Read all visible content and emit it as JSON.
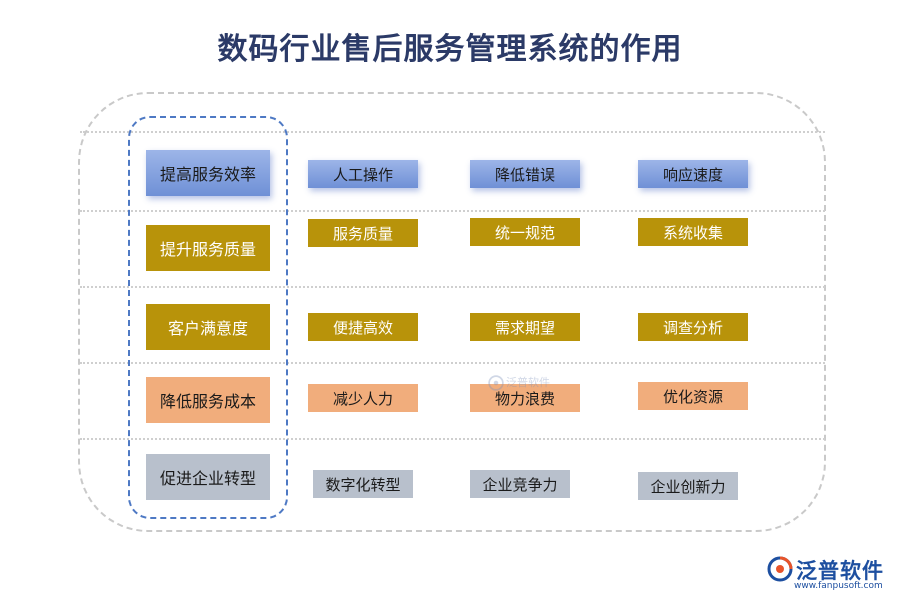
{
  "title": "数码行业售后服务管理系统的作用",
  "rows": [
    {
      "left": "提高服务效率",
      "items": [
        "人工操作",
        "降低错误",
        "响应速度"
      ]
    },
    {
      "left": "提升服务质量",
      "items": [
        "服务质量",
        "统一规范",
        "系统收集"
      ]
    },
    {
      "left": "客户满意度",
      "items": [
        "便捷高效",
        "需求期望",
        "调查分析"
      ]
    },
    {
      "left": "降低服务成本",
      "items": [
        "减少人力",
        "物力浪费",
        "优化资源"
      ]
    },
    {
      "left": "促进企业转型",
      "items": [
        "数字化转型",
        "企业竞争力",
        "企业创新力"
      ]
    }
  ],
  "colors": {
    "blue": "#7a98dc",
    "gold": "#b8930a",
    "peach": "#f1ad7c",
    "gray": "#b8c0cc"
  },
  "logo": {
    "name": "泛普软件",
    "url": "www.fanpusoft.com",
    "icon": "fanpu-logo-icon"
  },
  "watermark": {
    "name": "泛普软件",
    "icon": "fanpu-logo-icon"
  }
}
